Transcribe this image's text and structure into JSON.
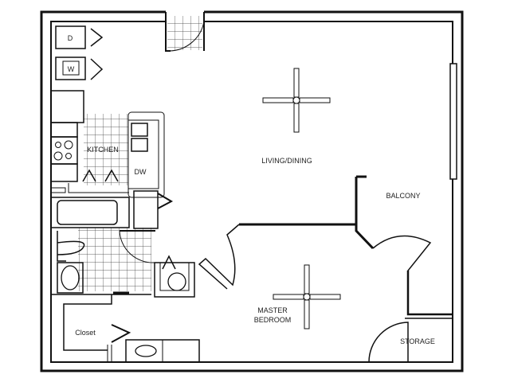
{
  "rooms": {
    "dryer": "D",
    "washer": "W",
    "kitchen": "KITCHEN",
    "dishwasher": "DW",
    "living_dining": "LIVING/DINING",
    "balcony": "BALCONY",
    "master_line1": "MASTER",
    "master_line2": "BEDROOM",
    "closet": "Closet",
    "storage": "STORAGE"
  }
}
